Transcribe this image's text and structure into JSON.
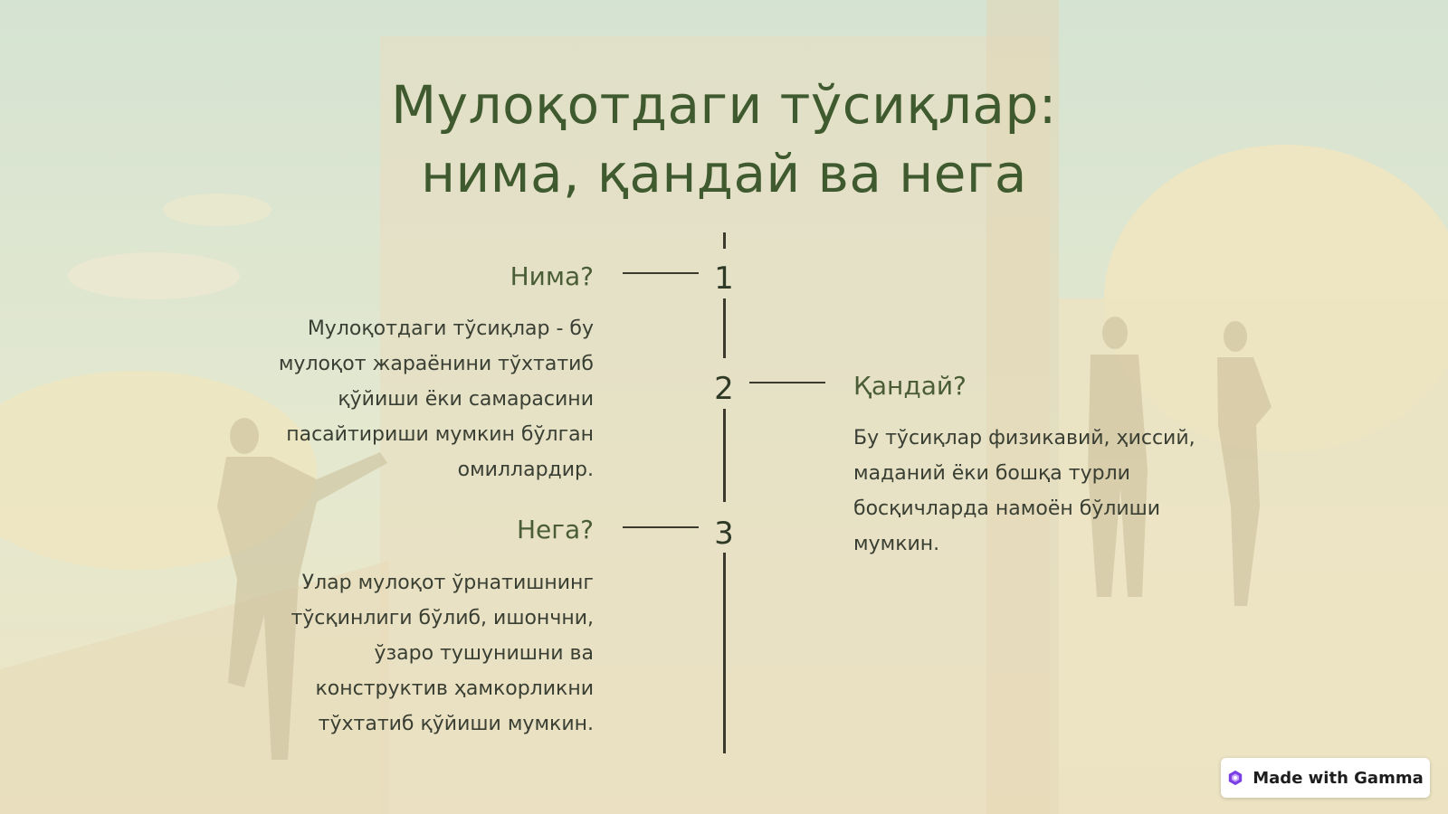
{
  "slide": {
    "title_line1": "Мулоқотдаги тўсиқлар:",
    "title_line2": "нима, қандай ва нега",
    "steps": [
      {
        "number": "1",
        "heading": "Нима?",
        "text": "Мулоқотдаги тўсиқлар - бу мулоқот жараёнини тўхтатиб қўйиши ёки самарасини пасайтириши мумкин бўлган омиллардир."
      },
      {
        "number": "2",
        "heading": "Қандай?",
        "text": "Бу тўсиқлар физикавий, ҳиссий, маданий ёки бошқа турли босқичларда намоён бўлиши мумкин."
      },
      {
        "number": "3",
        "heading": "Нега?",
        "text": "Улар мулоқот ўрнатишнинг тўсқинлиги бўлиб, ишончни, ўзаро тушунишни ва конструктив ҳамкорликни тўхтатиб қўйиши мумкин."
      }
    ]
  },
  "badge": {
    "label": "Made with Gamma",
    "icon": "gamma-logo-icon",
    "color": "#7b3fe4"
  },
  "colors": {
    "title": "#3f5a2e",
    "heading": "#4a5d36",
    "line": "#3c3a2c"
  }
}
